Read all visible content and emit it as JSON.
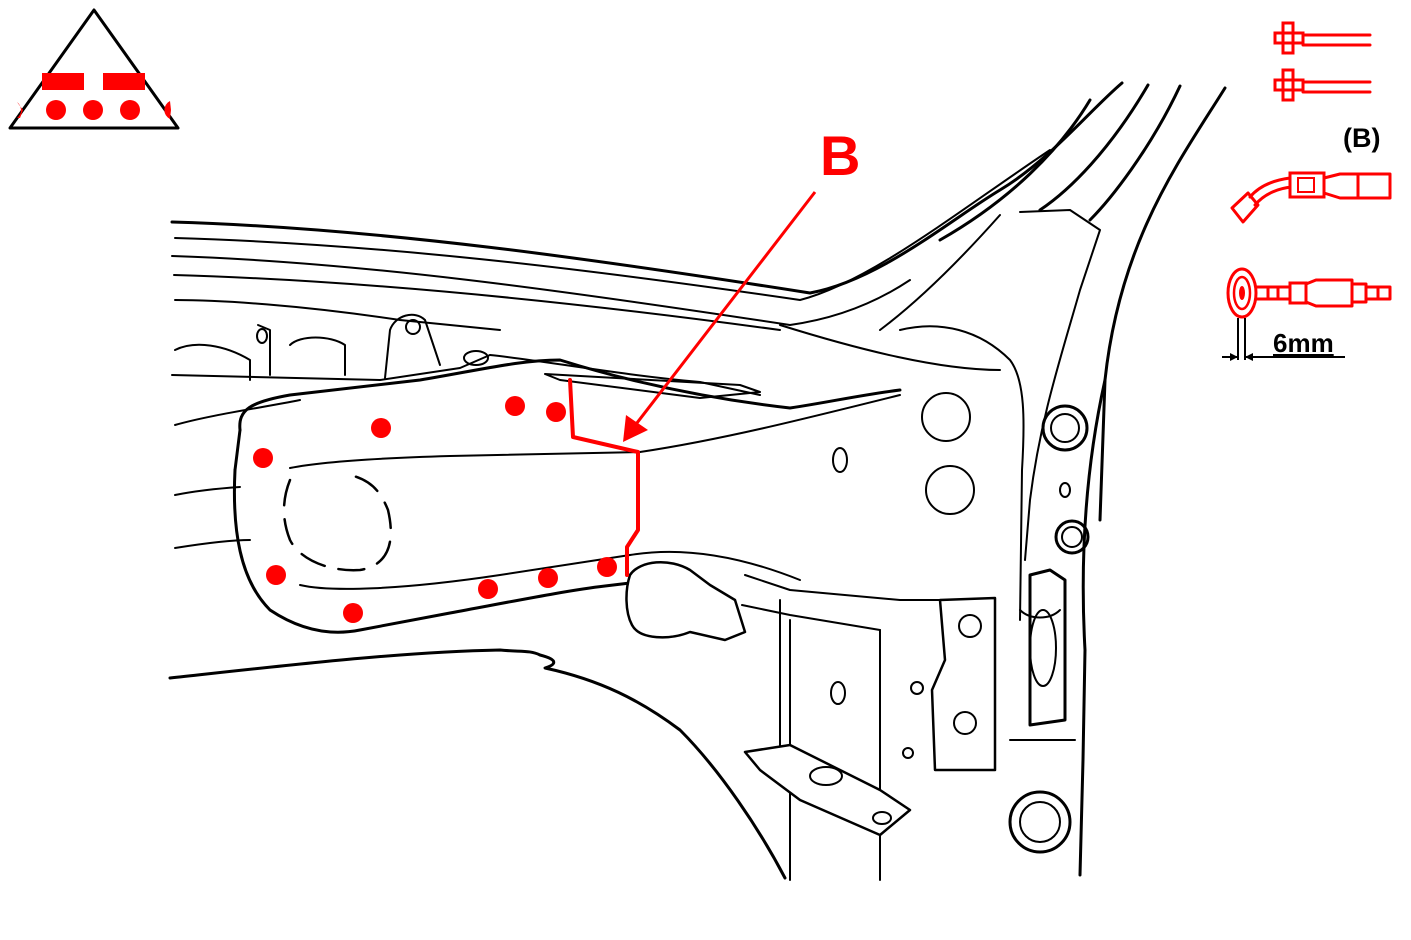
{
  "callout_label": "B",
  "legend": {
    "section_label": "(B)",
    "measurement": "6mm",
    "icons": [
      "spot-weld-symbol-icon",
      "spot-weld-electrode-icon",
      "weld-drill-icon",
      "spot-weld-cutter-icon"
    ]
  },
  "colors": {
    "highlight": "#ff0000",
    "line": "#000000",
    "background": "#ffffff"
  }
}
